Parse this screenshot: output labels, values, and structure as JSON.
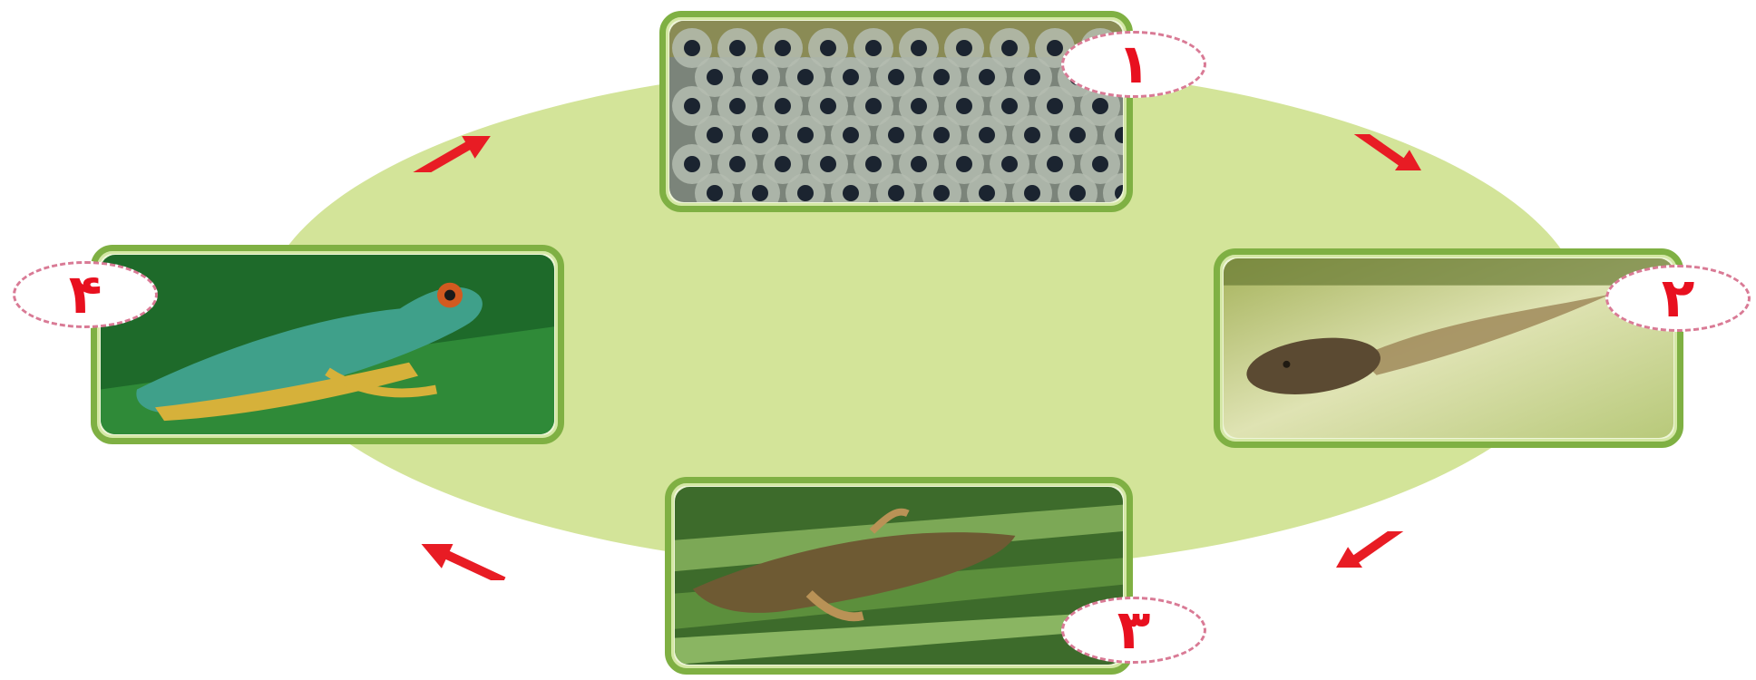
{
  "colors": {
    "background_disc": "#d3e499",
    "frame_border": "#7fb043",
    "arrow": "#e81c24",
    "badge_border": "#d97a95",
    "badge_text": "#e8101f"
  },
  "stages": [
    {
      "number": "١",
      "image": "frog-eggs-photo"
    },
    {
      "number": "٢",
      "image": "tadpole-photo"
    },
    {
      "number": "٣",
      "image": "froglet-photo"
    },
    {
      "number": "۴",
      "image": "adult-frog-photo"
    }
  ],
  "arrows": [
    {
      "icon": "arrow-right-down-icon"
    },
    {
      "icon": "arrow-left-down-icon"
    },
    {
      "icon": "arrow-left-up-icon"
    },
    {
      "icon": "arrow-right-up-icon"
    }
  ]
}
